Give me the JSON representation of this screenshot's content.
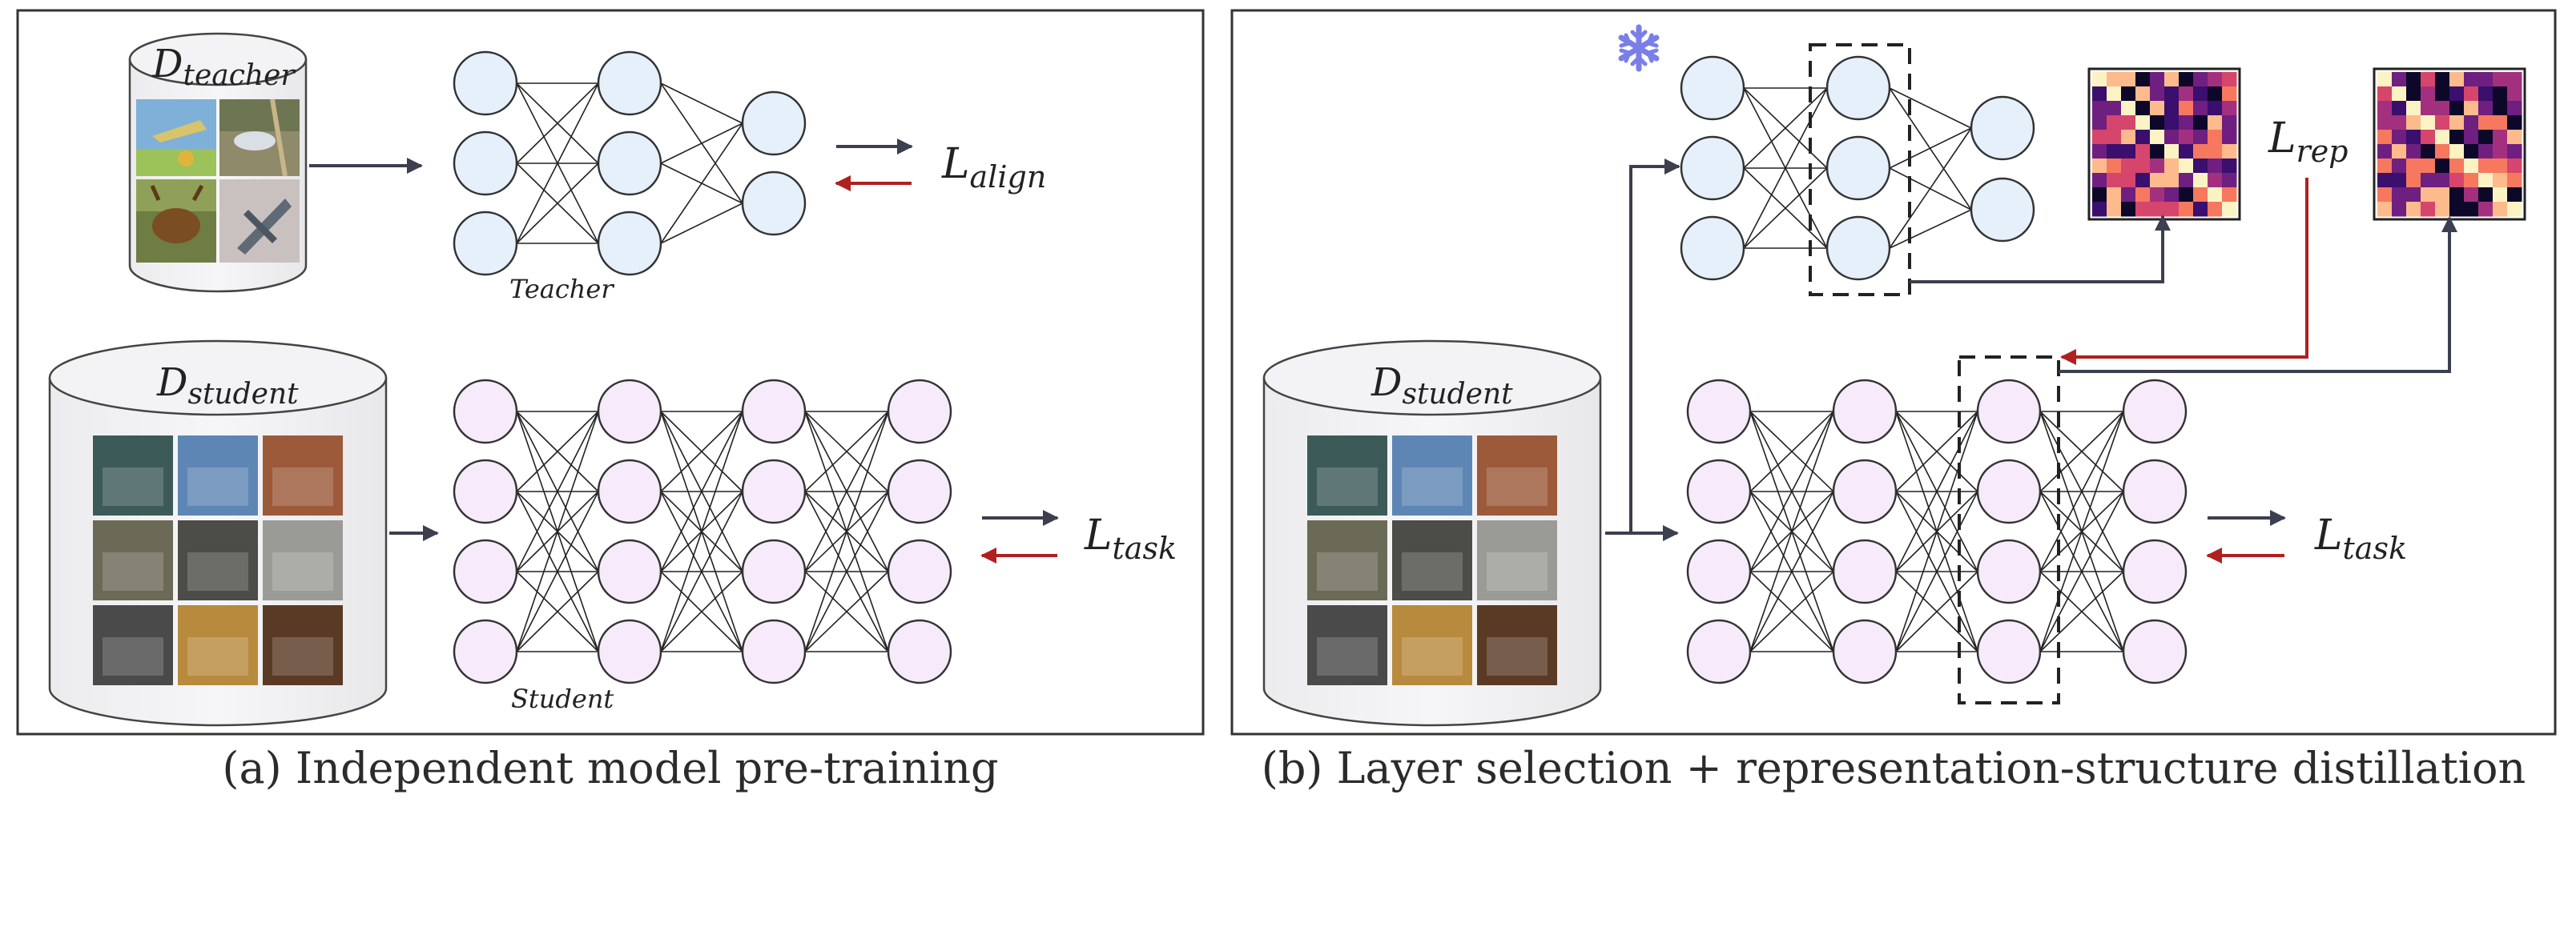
{
  "panel_a": {
    "caption": "(a) Independent model pre-training",
    "teacher_dataset": {
      "symbol": "D",
      "subscript": "teacher"
    },
    "student_dataset": {
      "symbol": "D",
      "subscript": "student"
    },
    "teacher_label": "Teacher",
    "student_label": "Student",
    "align_loss": {
      "symbol": "L",
      "subscript": "align"
    },
    "task_loss": {
      "symbol": "L",
      "subscript": "task"
    }
  },
  "panel_b": {
    "caption": "(b) Layer selection + representation-structure distillation",
    "student_dataset": {
      "symbol": "D",
      "subscript": "student"
    },
    "rep_loss": {
      "symbol": "L",
      "subscript": "rep"
    },
    "task_loss": {
      "symbol": "L",
      "subscript": "task"
    },
    "frozen_icon": "snowflake-icon"
  },
  "colors": {
    "teacher_node_fill": "#e6f0fb",
    "student_node_fill": "#f7ebfb",
    "forward_arrow": "#3b3f4f",
    "backward_arrow": "#b02020",
    "snowflake": "#7a7ee8"
  }
}
